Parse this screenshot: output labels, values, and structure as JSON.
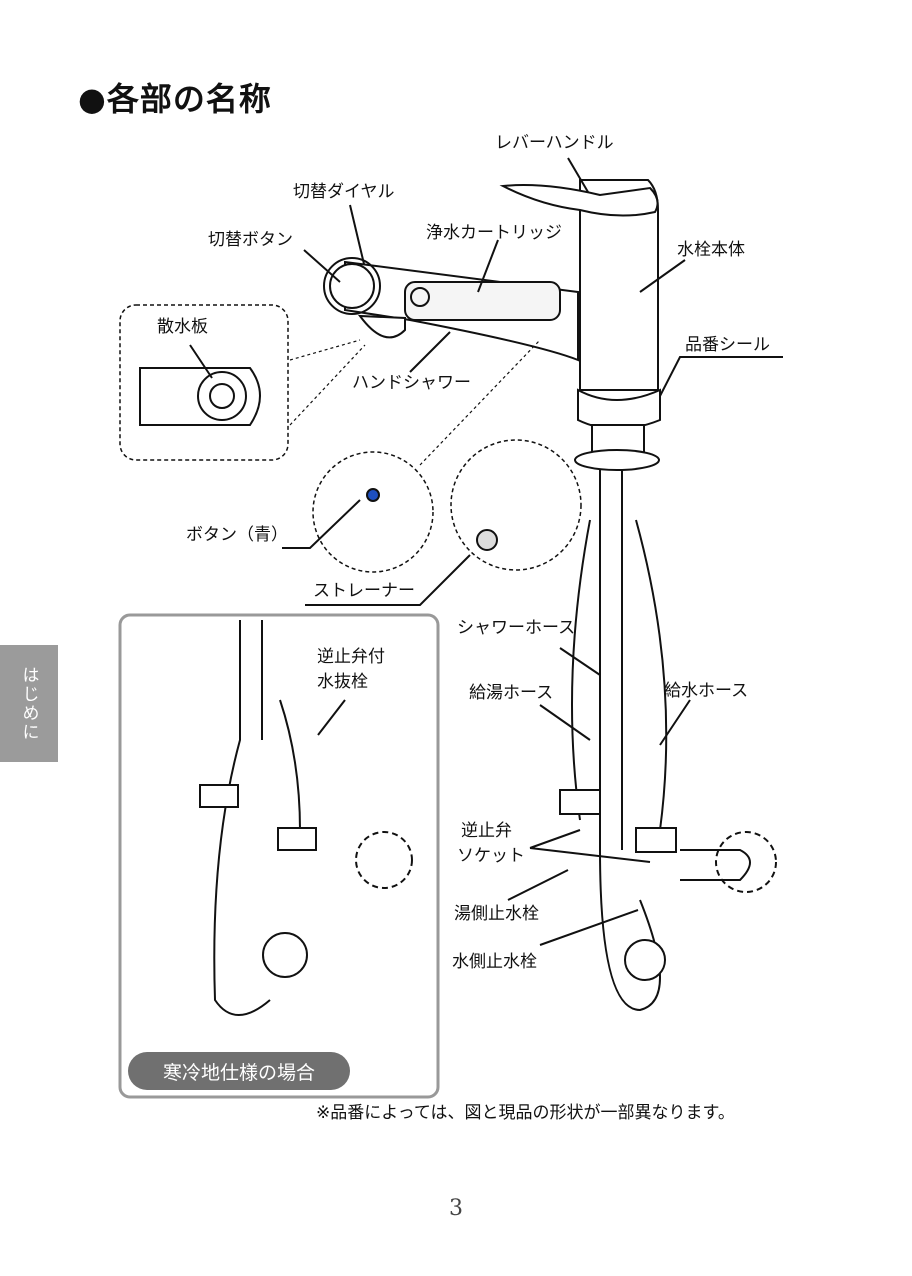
{
  "heading": "●各部の名称",
  "labels": {
    "lever_handle": "レバーハンドル",
    "switch_dial": "切替ダイヤル",
    "switch_button": "切替ボタン",
    "purification_cartridge": "浄水カートリッジ",
    "faucet_body": "水栓本体",
    "spray_plate": "散水板",
    "product_seal": "品番シール",
    "hand_shower": "ハンドシャワー",
    "button_blue": "ボタン（青）",
    "strainer": "ストレーナー",
    "check_valve_drain_plug_line1": "逆止弁付",
    "check_valve_drain_plug_line2": "水抜栓",
    "shower_hose": "シャワーホース",
    "hot_water_hose": "給湯ホース",
    "water_supply_hose": "給水ホース",
    "check_valve_socket_line1": "逆止弁",
    "check_valve_socket_line2": "ソケット",
    "hot_stop_valve": "湯側止水栓",
    "water_stop_valve": "水側止水栓"
  },
  "cold_region_badge": "寒冷地仕様の場合",
  "note": "※品番によっては、図と現品の形状が一部異なります。",
  "side_tab": "はじめに",
  "page_number": "3"
}
